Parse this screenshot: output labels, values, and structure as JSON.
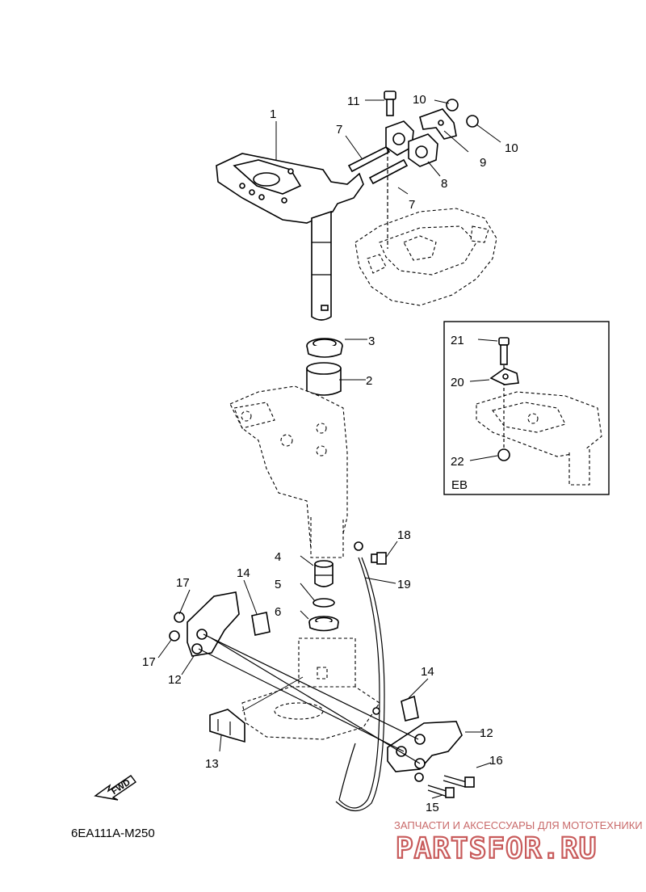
{
  "diagram_code": "6EA111A-M250",
  "fwd_label": "FWD",
  "inset": {
    "tag": "EB",
    "callouts": [
      "21",
      "20",
      "22"
    ]
  },
  "callouts": {
    "c1": "1",
    "c2": "2",
    "c3": "3",
    "c4": "4",
    "c5": "5",
    "c6": "6",
    "c7a": "7",
    "c7b": "7",
    "c8": "8",
    "c9": "9",
    "c10a": "10",
    "c10b": "10",
    "c11": "11",
    "c12a": "12",
    "c12b": "12",
    "c13": "13",
    "c14a": "14",
    "c14b": "14",
    "c15": "15",
    "c16": "16",
    "c17a": "17",
    "c17b": "17",
    "c18": "18",
    "c19": "19"
  },
  "watermark": {
    "tagline": "ЗАПЧАСТИ И АКСЕССУАРЫ ДЛЯ МОТОТЕХНИКИ",
    "brand": "PARTSFOR.RU"
  }
}
